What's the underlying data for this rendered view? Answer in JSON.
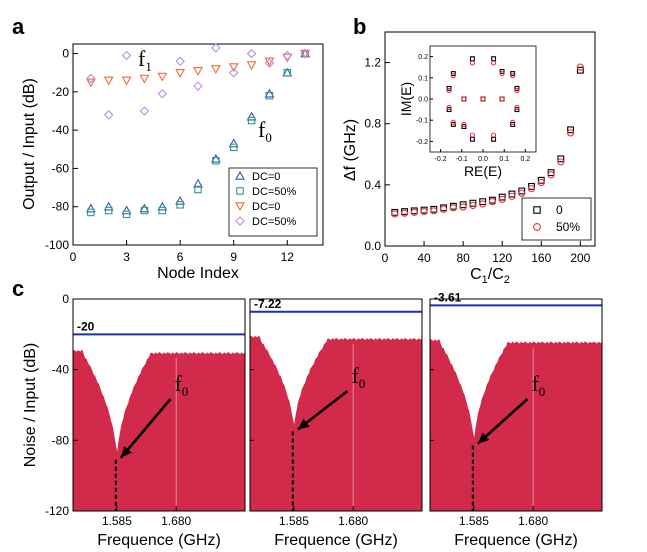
{
  "colors": {
    "blue": "#3a55b4",
    "green": "#2e9a86",
    "orange": "#f2693a",
    "violet": "#b98ce8",
    "red": "#d72d4c",
    "ref_line": "#1c2fb5",
    "noise_fill": "#d22a4a"
  },
  "panels": {
    "a": {
      "label": "a"
    },
    "b": {
      "label": "b"
    },
    "c": {
      "label": "c"
    }
  },
  "annotations": {
    "f1": "f",
    "f1_sub": "1",
    "f0": "f",
    "f0_sub": "0"
  },
  "chart_data": [
    {
      "panel": "a",
      "type": "scatter",
      "xlabel": "Node Index",
      "ylabel": "Output / Input (dB)",
      "xlim": [
        0,
        14
      ],
      "ylim": [
        -100,
        5
      ],
      "xticks": [
        0,
        3,
        6,
        9,
        12
      ],
      "yticks": [
        0,
        -20,
        -40,
        -60,
        -80,
        -100
      ],
      "legend_position": "bottom-right",
      "series": [
        {
          "name": "DC=0",
          "marker": "triangle-up",
          "color": "#3a55b4",
          "x": [
            1,
            2,
            3,
            4,
            5,
            6,
            7,
            8,
            9,
            10,
            11,
            12,
            13
          ],
          "y": [
            -81,
            -80,
            -82,
            -81,
            -80,
            -77,
            -68,
            -55,
            -47,
            -33,
            -21,
            -10,
            0
          ]
        },
        {
          "name": "DC=50%",
          "marker": "square",
          "color": "#2e9a86",
          "x": [
            1,
            2,
            3,
            4,
            5,
            6,
            7,
            8,
            9,
            10,
            11,
            12,
            13
          ],
          "y": [
            -83,
            -82,
            -84,
            -82,
            -82,
            -79,
            -71,
            -56,
            -49,
            -35,
            -22,
            -10,
            0
          ]
        },
        {
          "name": "DC=0",
          "marker": "triangle-down",
          "color": "#f2693a",
          "x": [
            1,
            2,
            3,
            4,
            5,
            6,
            7,
            8,
            9,
            10,
            11,
            12,
            13
          ],
          "y": [
            -15,
            -14,
            -14,
            -13,
            -12,
            -10,
            -9,
            -8,
            -7,
            -6,
            -4,
            -2,
            0
          ]
        },
        {
          "name": "DC=50%",
          "marker": "diamond",
          "color": "#b98ce8",
          "x": [
            1,
            2,
            3,
            4,
            5,
            6,
            7,
            8,
            9,
            10,
            11,
            12,
            13
          ],
          "y": [
            -13,
            -32,
            -1,
            -30,
            -21,
            -4,
            -17,
            3,
            -10,
            0,
            -5,
            -1,
            0
          ]
        }
      ]
    },
    {
      "panel": "b",
      "type": "scatter",
      "xlabel": "C1/C2",
      "ylabel": "Δf (GHz)",
      "xlim": [
        0,
        215
      ],
      "ylim": [
        0,
        1.4
      ],
      "xticks": [
        0,
        40,
        80,
        120,
        160,
        200
      ],
      "yticks": [
        0.0,
        0.4,
        0.8,
        1.2
      ],
      "legend_position": "bottom-right",
      "series": [
        {
          "name": "0",
          "marker": "square",
          "color": "#000000",
          "x": [
            10,
            20,
            30,
            40,
            50,
            60,
            70,
            80,
            90,
            100,
            110,
            120,
            130,
            140,
            150,
            160,
            170,
            180,
            190,
            200
          ],
          "y": [
            0.22,
            0.225,
            0.23,
            0.235,
            0.24,
            0.25,
            0.26,
            0.27,
            0.28,
            0.29,
            0.3,
            0.32,
            0.34,
            0.36,
            0.39,
            0.43,
            0.48,
            0.57,
            0.76,
            1.15
          ]
        },
        {
          "name": "50%",
          "marker": "circle",
          "color": "#e8323c",
          "x": [
            10,
            20,
            30,
            40,
            50,
            60,
            70,
            80,
            90,
            100,
            110,
            120,
            130,
            140,
            150,
            160,
            170,
            180,
            190,
            200
          ],
          "y": [
            0.21,
            0.215,
            0.22,
            0.225,
            0.23,
            0.24,
            0.25,
            0.255,
            0.265,
            0.275,
            0.29,
            0.305,
            0.325,
            0.345,
            0.375,
            0.415,
            0.465,
            0.55,
            0.74,
            1.17
          ]
        }
      ],
      "inset": {
        "type": "scatter",
        "xlabel": "RE(E)",
        "ylabel": "IM(E)",
        "xlim": [
          -0.25,
          0.25
        ],
        "ylim": [
          -0.25,
          0.25
        ],
        "xticks": [
          -0.2,
          -0.1,
          0.0,
          0.1,
          0.2
        ],
        "yticks": [
          -0.2,
          -0.1,
          0.0,
          0.1,
          0.2
        ],
        "series": [
          {
            "name": "0",
            "marker": "square",
            "color": "#000000",
            "x": [
              -0.05,
              0.05,
              0.14,
              0.16,
              0.16,
              0.14,
              0.05,
              -0.05,
              -0.14,
              -0.16,
              -0.16,
              -0.14,
              0,
              0.09,
              -0.09,
              0.09,
              -0.09
            ],
            "y": [
              0.19,
              0.19,
              0.12,
              0.05,
              -0.05,
              -0.12,
              -0.19,
              -0.19,
              -0.12,
              -0.05,
              0.05,
              0.12,
              0.0,
              0.0,
              0.0,
              0.13,
              -0.13
            ]
          },
          {
            "name": "50%",
            "marker": "circle",
            "color": "#e8323c",
            "x": [
              -0.05,
              0.05,
              0.14,
              0.16,
              0.16,
              0.14,
              0.05,
              -0.05,
              -0.14,
              -0.16,
              -0.16,
              -0.14,
              0,
              0.09,
              -0.09,
              0.09,
              -0.09
            ],
            "y": [
              0.17,
              0.17,
              0.11,
              0.04,
              -0.04,
              -0.11,
              -0.17,
              -0.17,
              -0.11,
              -0.04,
              0.04,
              0.11,
              0.0,
              0.0,
              0.0,
              0.12,
              -0.12
            ]
          }
        ]
      }
    },
    {
      "panel": "c",
      "type": "area",
      "ylabel": "Noise / Input (dB)",
      "ylim": [
        -120,
        0
      ],
      "yticks": [
        0,
        -40,
        -80,
        -120
      ],
      "subplots": [
        {
          "xlabel": "Frequence (GHz)",
          "xticks": [
            "1.585",
            "1.680"
          ],
          "reference_value": -20,
          "reference_label": "-20",
          "floor_db": -30,
          "dip_db": -91,
          "f0_label": "f",
          "f0_sub": "0"
        },
        {
          "xlabel": "Frequence (GHz)",
          "xticks": [
            "1.585",
            "1.680"
          ],
          "reference_value": -7.22,
          "reference_label": "-7.22",
          "floor_db": -22,
          "dip_db": -75,
          "f0_label": "f",
          "f0_sub": "0"
        },
        {
          "xlabel": "Frequence (GHz)",
          "xticks": [
            "1.585",
            "1.680"
          ],
          "reference_value": -3.61,
          "reference_label": "-3.61",
          "floor_db": -24,
          "dip_db": -83,
          "f0_label": "f",
          "f0_sub": "0"
        }
      ]
    }
  ]
}
